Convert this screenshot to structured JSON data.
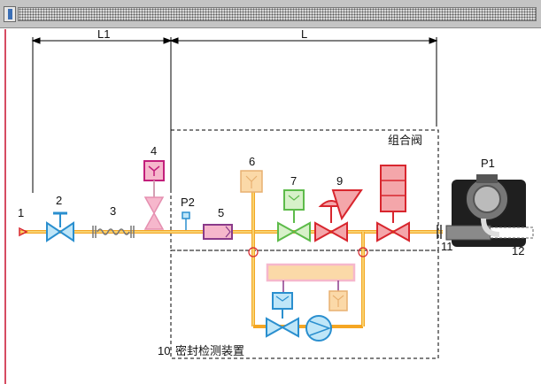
{
  "labels": {
    "n1": "1",
    "n2": "2",
    "n3": "3",
    "n4": "4",
    "n5": "5",
    "n6": "6",
    "n7": "7",
    "n9": "9",
    "n10": "10",
    "n11": "11",
    "n12": "12",
    "p1": "P1",
    "p2": "P2",
    "l1": "L1",
    "l": "L",
    "combo_valve": "组合阀",
    "leak_test": "密封检测装置"
  },
  "colors": {
    "pipe_orange": "#f5a623",
    "pipe_yellow": "#f8e08a",
    "valve_blue": "#2a8fcf",
    "valve_blue_fill": "#bfe6f8",
    "valve_red": "#d8262e",
    "valve_green": "#5dbb4a",
    "pink": "#f6b7cc",
    "magenta": "#c21f7b",
    "peach": "#fbd9a8",
    "left_line": "#c8102e"
  }
}
